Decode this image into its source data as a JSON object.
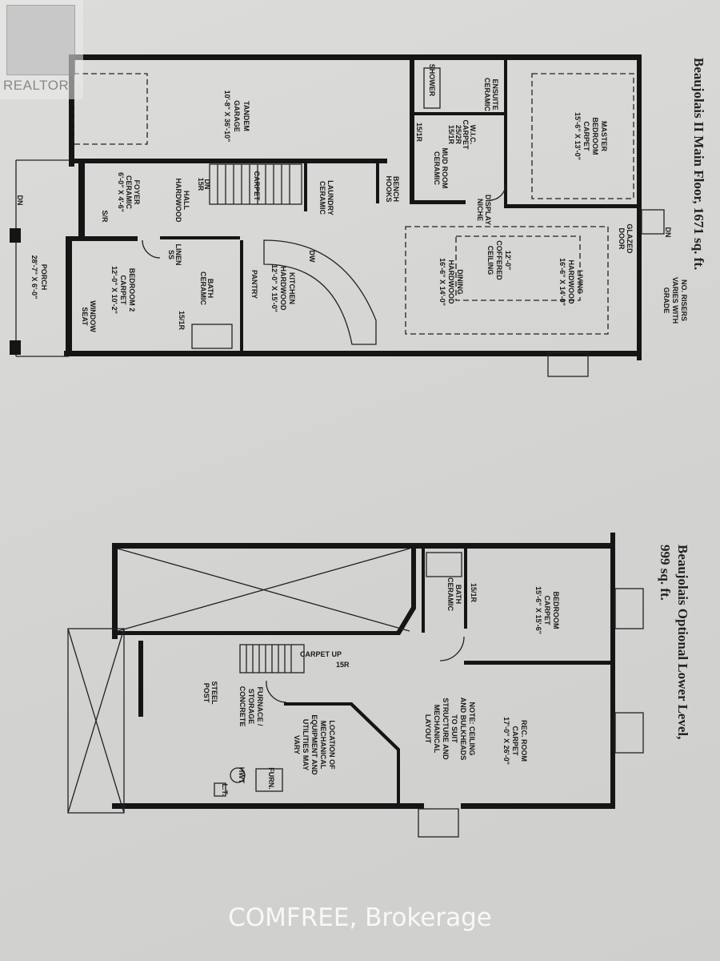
{
  "watermarks": {
    "realtor_logo": "REALTOR",
    "brokerage": "COMFREE, Brokerage"
  },
  "main_floor": {
    "title": "Beaujolais II Main Floor, 1671 sq. ft.",
    "labels": {
      "garage": [
        "TANDEM",
        "GARAGE",
        "10'-8\" X 36'-10\""
      ],
      "master": [
        "MASTER",
        "BEDROOM",
        "CARPET",
        "15'-6\" X 13'-0\""
      ],
      "ensuite": [
        "ENSUITE",
        "CERAMIC"
      ],
      "shower": [
        "SHOWER"
      ],
      "wic": [
        "W.I.C.",
        "CARPET",
        "25/2R",
        "15/1R"
      ],
      "mudroom": [
        "MUD ROOM",
        "CERAMIC"
      ],
      "mud_risers": [
        "15/1R"
      ],
      "bench": [
        "BENCH",
        "HOOKS"
      ],
      "laundry": [
        "LAUNDRY",
        "CERAMIC"
      ],
      "niche": [
        "DISPLAY",
        "NICHE"
      ],
      "stair_dn": [
        "DN",
        "15R"
      ],
      "stair_carpet": [
        "CARPET"
      ],
      "hall": [
        "HALL",
        "HARDWOOD"
      ],
      "foyer": [
        "FOYER",
        "CERAMIC",
        "6'-0\" X 4'-6\""
      ],
      "foyer_risers": [
        "S/R"
      ],
      "bedroom2": [
        "BEDROOM 2",
        "CARPET",
        "12'-0\" X 10'-2\""
      ],
      "window_seat": [
        "WINDOW",
        "SEAT"
      ],
      "porch": [
        "PORCH",
        "28'-7\" X 6'-0\""
      ],
      "porch_dn": [
        "DN"
      ],
      "linen": [
        "LINEN",
        "SS"
      ],
      "bath": [
        "BATH",
        "CERAMIC"
      ],
      "bath_risers": [
        "15/1R"
      ],
      "pantry": [
        "PANTRY"
      ],
      "kitchen": [
        "KITCHEN",
        "HARDWOOD",
        "12'-0\" X 15'-0\""
      ],
      "dw": [
        "DW"
      ],
      "living": [
        "LIVING",
        "HARDWOOD",
        "16'-6\" X 14'-0\""
      ],
      "ceiling": [
        "12'-0\"",
        "COFFERED",
        "CEILING"
      ],
      "dining": [
        "DINING",
        "HARDWOOD",
        "16'-6\" X 14'-0\""
      ],
      "glazed": [
        "GLAZED",
        "DOOR"
      ],
      "side_dn": [
        "DN"
      ],
      "risers": [
        "NO. RISERS",
        "VARIES WITH",
        "GRADE"
      ]
    }
  },
  "lower_level": {
    "title_line1": "Beaujolais Optional Lower Level,",
    "title_line2": "999 sq. ft.",
    "labels": {
      "bedroom": [
        "BEDROOM",
        "CARPET",
        "15'-6\" X 15'-6\""
      ],
      "bath": [
        "BATH",
        "CERAMIC"
      ],
      "bath_risers": [
        "15/1R"
      ],
      "rec": [
        "REC. ROOM",
        "CARPET",
        "17'-0\" X 26'-0\""
      ],
      "note": [
        "NOTE: CEILING",
        "AND BULKHEADS",
        "TO SUIT",
        "STRUCTURE AND",
        "MECHANICAL",
        "LAYOUT"
      ],
      "location": [
        "LOCATION OF",
        "MECHANICAL",
        "EQUIPMENT AND",
        "UTILITIES MAY",
        "VARY"
      ],
      "furnace": [
        "FURNACE /",
        "STORAGE",
        "CONCRETE"
      ],
      "steel": [
        "STEEL",
        "POST"
      ],
      "furn": [
        "FURN."
      ],
      "hwt": [
        "HWT"
      ],
      "lt": [
        "L.T."
      ]
    },
    "stair_labels": [
      "CARPET UP",
      "15R"
    ]
  }
}
